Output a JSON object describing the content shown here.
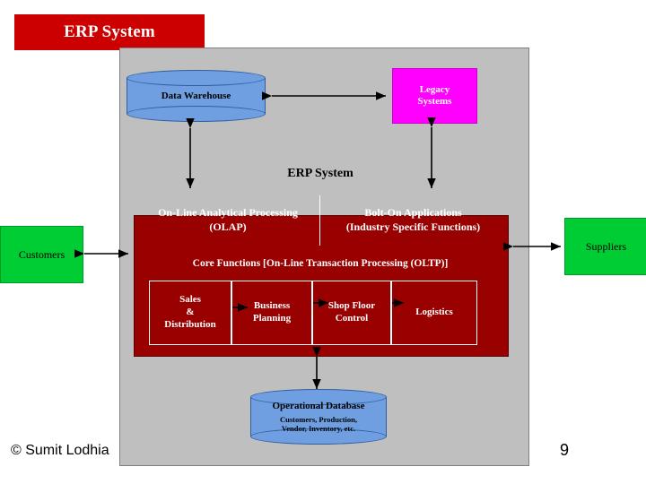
{
  "slide": {
    "title": "ERP System",
    "erp_header": "ERP  System",
    "copyright": "© Sumit Lodhia",
    "page_number": "9"
  },
  "boxes": {
    "data_warehouse": "Data Warehouse",
    "legacy_systems": "Legacy\nSystems",
    "legacy_systems_line1": "Legacy",
    "legacy_systems_line2": "Systems",
    "customers": "Customers",
    "suppliers": "Suppliers",
    "olap_line1": "On-Line Analytical Processing",
    "olap_line2": "(OLAP)",
    "bolton_line1": "Bolt-On Applications",
    "bolton_line2": "(Industry Specific Functions)",
    "core_functions": "Core Functions [On-Line Transaction Processing (OLTP)]",
    "sales_distribution_l1": "Sales",
    "sales_distribution_l2": "&",
    "sales_distribution_l3": "Distribution",
    "business_planning_l1": "Business",
    "business_planning_l2": "Planning",
    "shop_floor_l1": "Shop Floor",
    "shop_floor_l2": "Control",
    "logistics": "Logistics",
    "operational_database": "Operational Database",
    "operational_database_sub_l1": "Customers, Production,",
    "operational_database_sub_l2": "Vendor, Inventory, etc."
  },
  "colors": {
    "title_bg": "#cc0000",
    "title_fg": "#ffffff",
    "erp_body": "#990000",
    "frame_bg": "#bfbfbf",
    "legacy_bg": "#ff00ff",
    "external_bg": "#00cc33",
    "cylinder_bg": "#6f9fe0",
    "arrow": "#000000"
  }
}
